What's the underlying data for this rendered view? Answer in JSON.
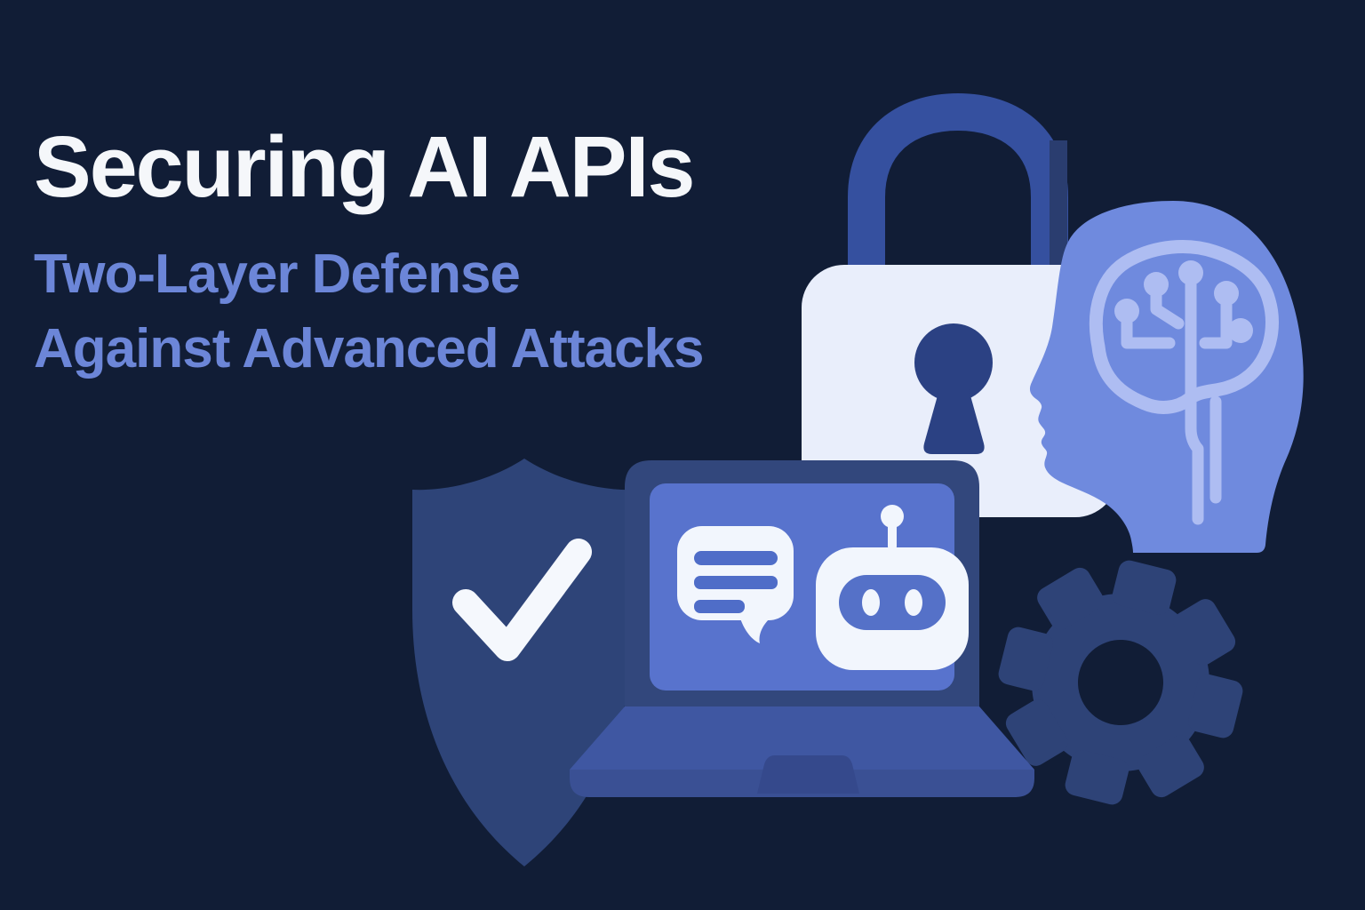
{
  "hero": {
    "title": "Securing AI APIs",
    "subtitle_line1": "Two-Layer Defense",
    "subtitle_line2": "Against Advanced Attacks"
  },
  "illustration": {
    "icons": [
      {
        "name": "padlock-icon"
      },
      {
        "name": "keyhole-icon"
      },
      {
        "name": "ai-head-icon"
      },
      {
        "name": "circuit-brain-icon"
      },
      {
        "name": "shield-icon"
      },
      {
        "name": "checkmark-icon"
      },
      {
        "name": "laptop-icon"
      },
      {
        "name": "chat-bubble-icon"
      },
      {
        "name": "robot-icon"
      },
      {
        "name": "gear-icon"
      }
    ],
    "colors": {
      "background": "#111d36",
      "title_text": "#f5f7fa",
      "subtitle_text": "#6c86d8",
      "lock_body": "#e9eefb",
      "lock_shackle": "#35509f",
      "lock_shackle_shadow": "#2a3d6f",
      "keyhole": "#2b4183",
      "head": "#6f8ade",
      "brain_circuit": "#aebdf2",
      "shield": "#2e4478",
      "checkmark": "#f5f8fd",
      "laptop_frame": "#32477c",
      "laptop_screen": "#5873cd",
      "laptop_base": "#3f57a2",
      "laptop_base_bottom": "#3a5094",
      "laptop_notch": "#35498c",
      "screen_graphics": "#4f6dc8",
      "white_graphics": "#f2f6fd",
      "gear": "#2e4377"
    }
  }
}
